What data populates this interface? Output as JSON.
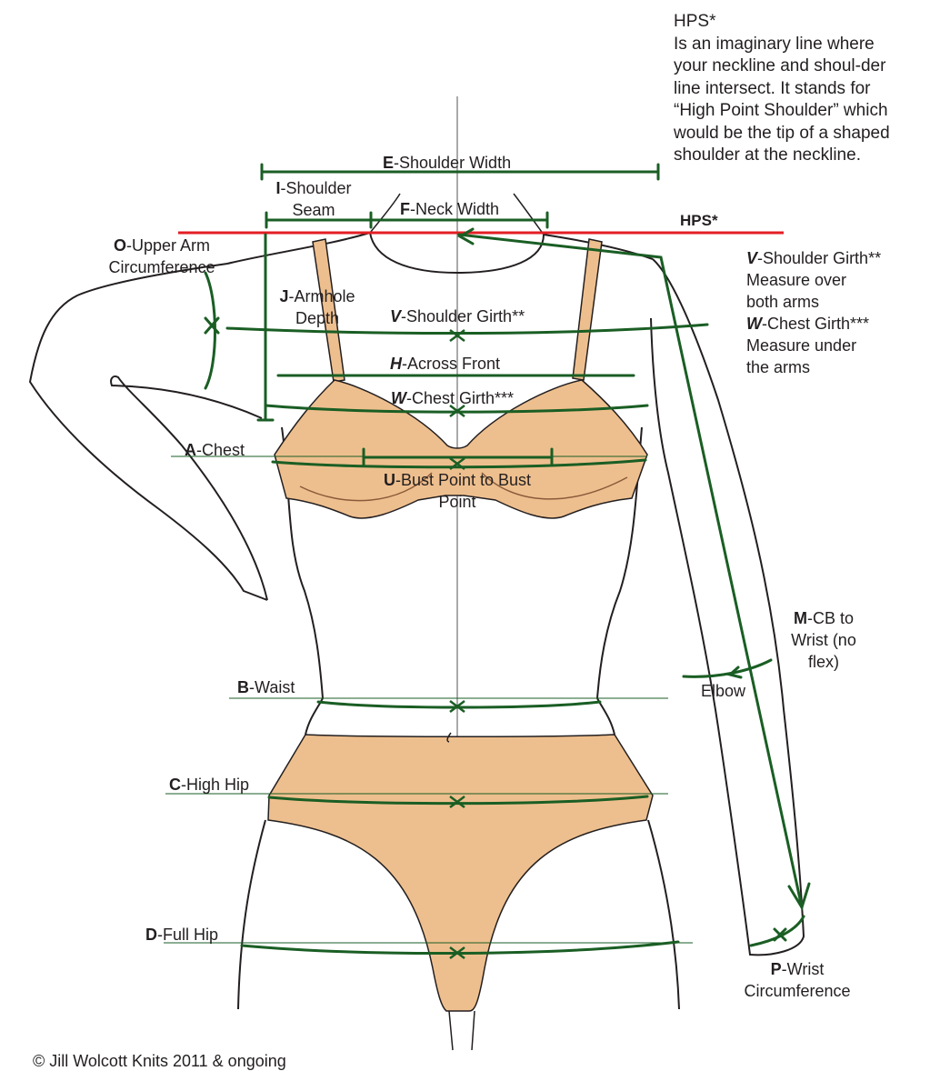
{
  "colors": {
    "outline": "#231f20",
    "measure": "#1a5e24",
    "hps_line": "#e31e24",
    "garment": "#eebf8e"
  },
  "note": {
    "title": "HPS*",
    "body": "Is an imaginary line where your neckline and shoul-der line intersect.  It stands for “High Point Shoulder” which would be the tip of a shaped shoulder at the neckline."
  },
  "hps_label": "HPS*",
  "labels": {
    "E": {
      "letter": "E",
      "text": "-Shoulder Width"
    },
    "I": {
      "letter": "I",
      "text": "-Shoulder",
      "line2": "Seam"
    },
    "F": {
      "letter": "F",
      "text": "-Neck Width"
    },
    "O": {
      "letter": "O",
      "text": "-Upper Arm",
      "line2": "Circumference"
    },
    "J": {
      "letter": "J",
      "text": "-Armhole",
      "line2": "Depth"
    },
    "V": {
      "letter": "V",
      "text": "-Shoulder Girth**"
    },
    "H": {
      "letter": "H",
      "text": "-Across Front"
    },
    "W": {
      "letter": "W",
      "text": "-Chest Girth***"
    },
    "A": {
      "letter": "A",
      "text": "-Chest"
    },
    "U": {
      "letter": "U",
      "text": "-Bust Point to Bust",
      "line2": "Point"
    },
    "B": {
      "letter": "B",
      "text": "-Waist"
    },
    "C": {
      "letter": "C",
      "text": "-High Hip"
    },
    "D": {
      "letter": "D",
      "text": "-Full Hip"
    },
    "M": {
      "letter": "M",
      "text": "-CB to",
      "line2": "Wrist (no",
      "line3": "flex)"
    },
    "elbow": "Elbow",
    "P": {
      "letter": "P",
      "text": "-Wrist",
      "line2": "Circumference"
    },
    "V_side": {
      "letter": "V",
      "text": "-Shoulder Girth**",
      "line2": "Measure over",
      "line3": "both arms"
    },
    "W_side": {
      "letter": "W",
      "text": "-Chest Girth***",
      "line2": "Measure under",
      "line3": "the arms"
    }
  },
  "copyright": "© Jill Wolcott Knits 2011 & ongoing"
}
